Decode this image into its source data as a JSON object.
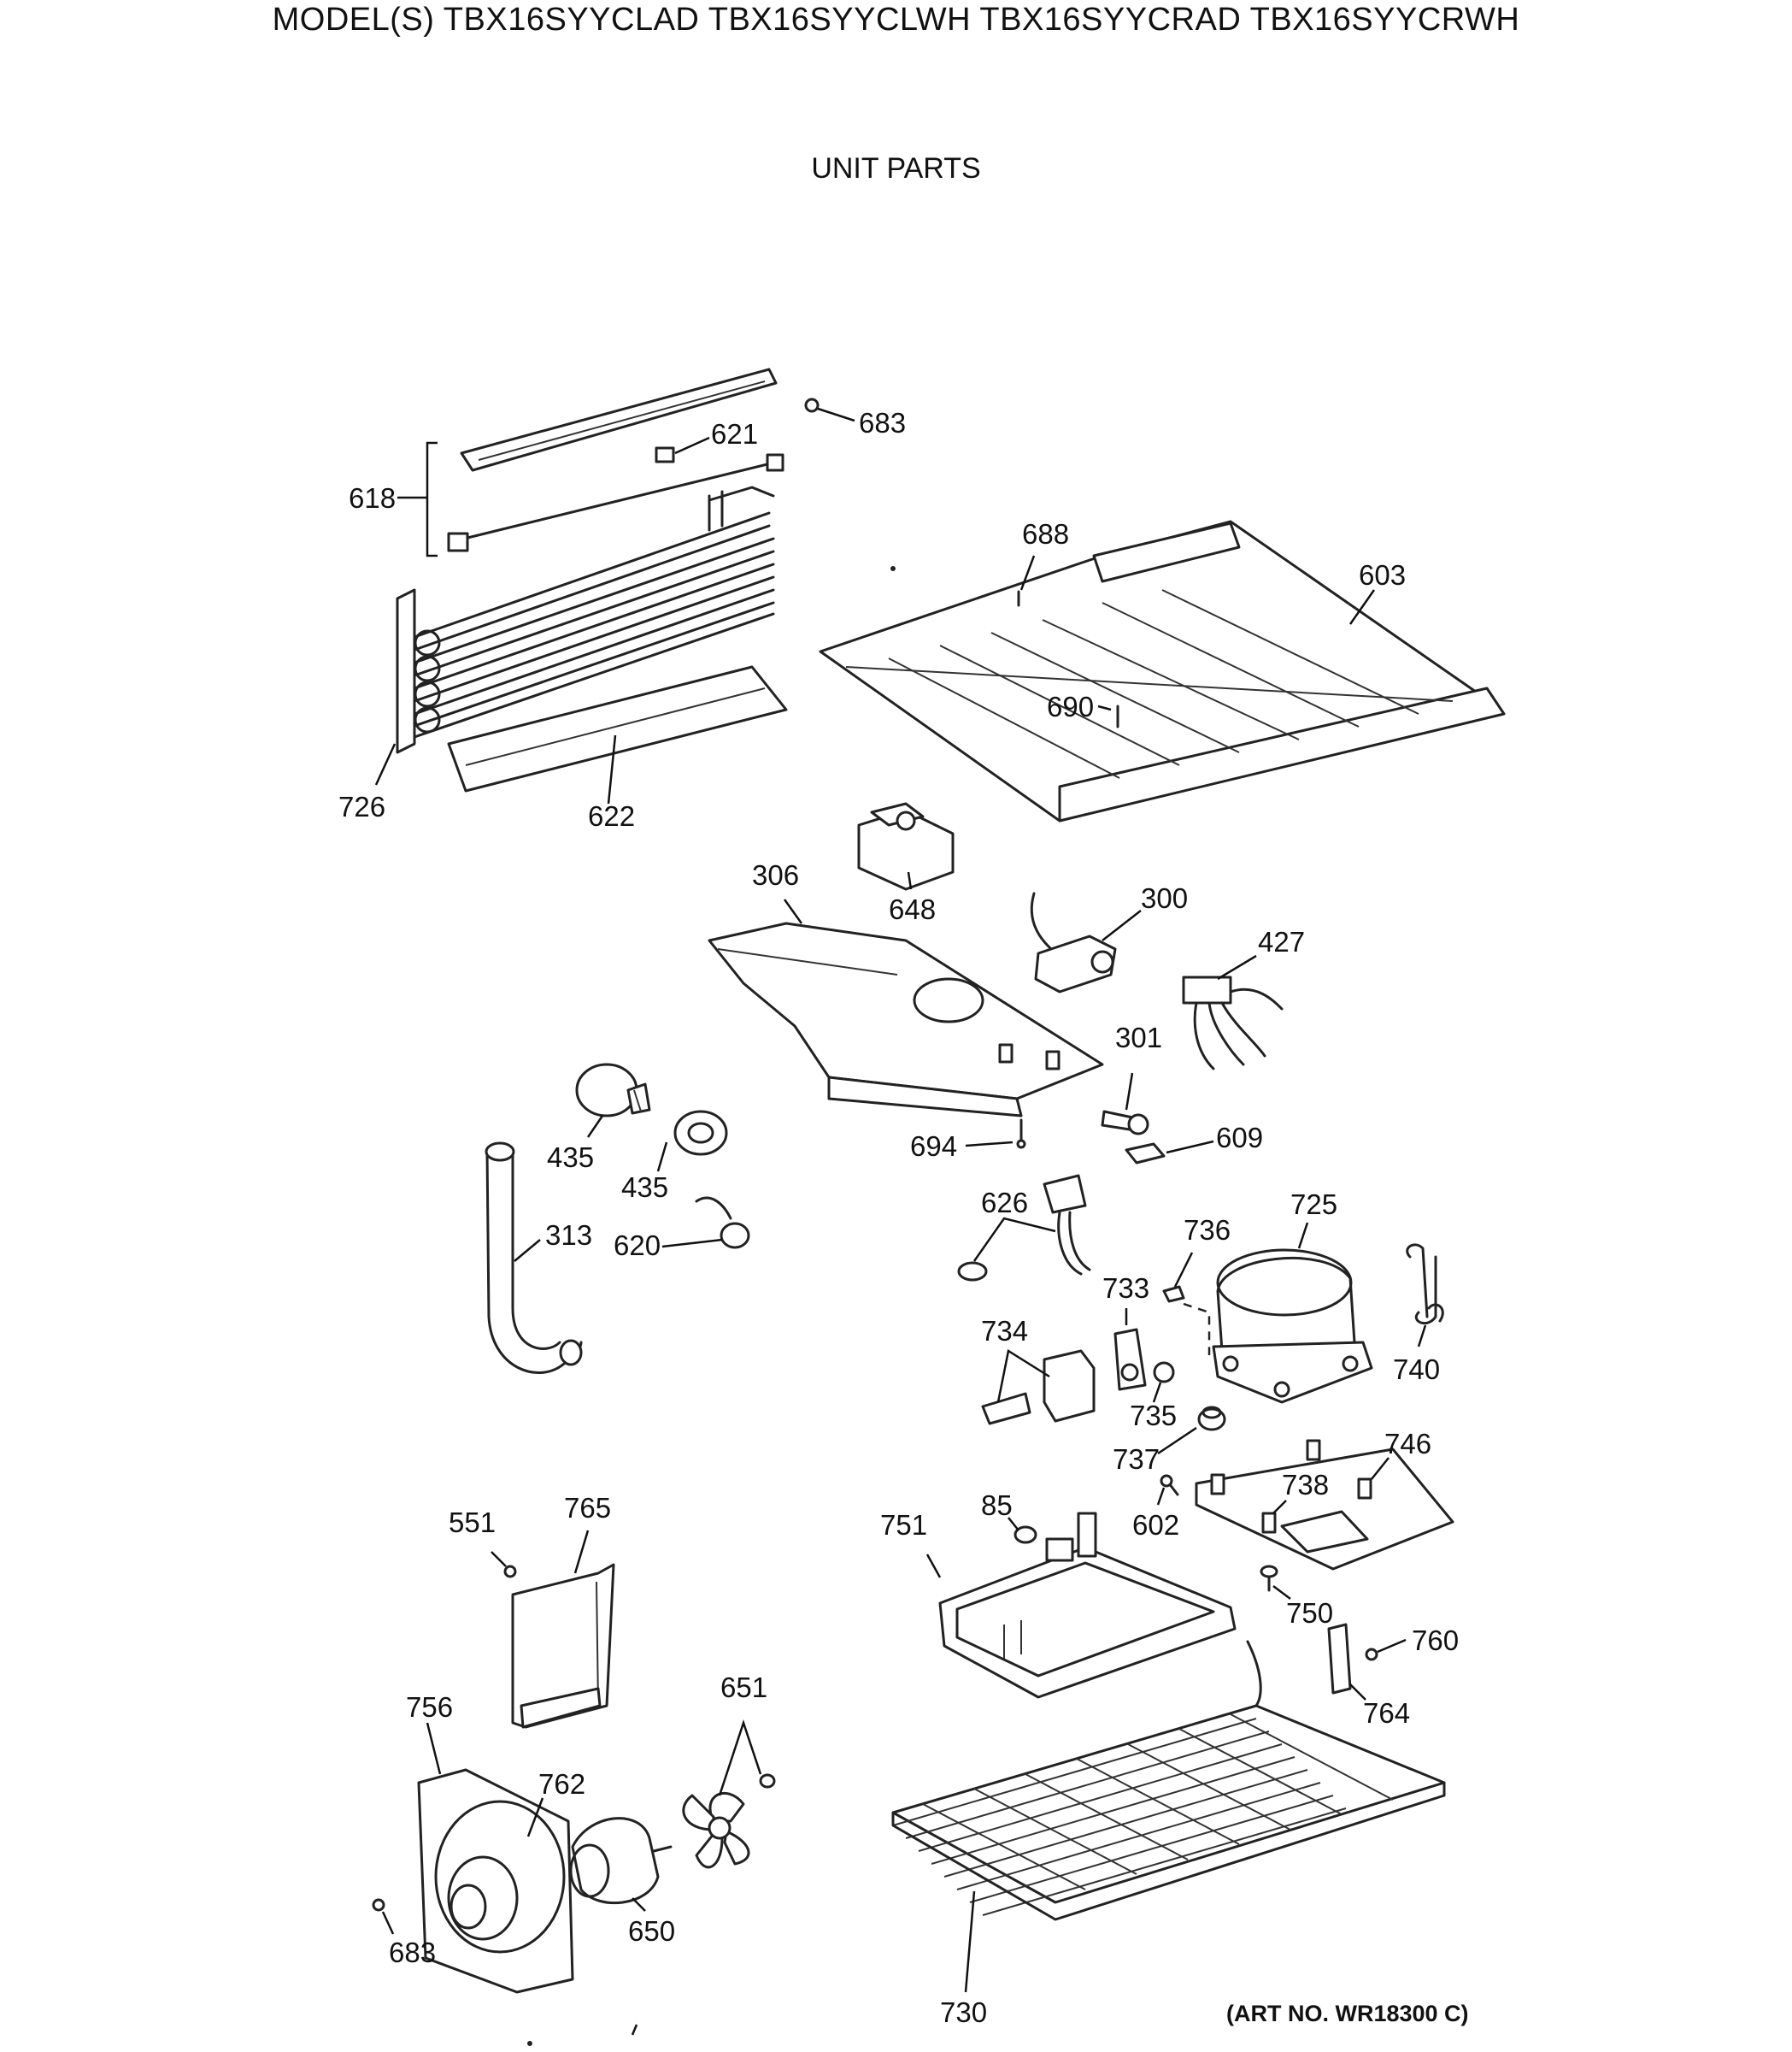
{
  "header": {
    "models": "MODEL(S) TBX16SYYCLAD  TBX16SYYCLWH  TBX16SYYCRAD  TBX16SYYCRWH",
    "section": "UNIT PARTS"
  },
  "footer": {
    "art_number": "(ART NO. WR18300 C)"
  },
  "callouts": {
    "c618": "618",
    "c621": "621",
    "c683a": "683",
    "c688": "688",
    "c603": "603",
    "c726": "726",
    "c622": "622",
    "c690": "690",
    "c306": "306",
    "c648": "648",
    "c300": "300",
    "c427": "427",
    "c301": "301",
    "c435a": "435",
    "c435b": "435",
    "c694": "694",
    "c609": "609",
    "c313": "313",
    "c620": "620",
    "c626": "626",
    "c736": "736",
    "c725": "725",
    "c733": "733",
    "c740": "740",
    "c734": "734",
    "c735": "735",
    "c737": "737",
    "c746": "746",
    "c738": "738",
    "c602": "602",
    "c85": "85",
    "c751": "751",
    "c551": "551",
    "c765": "765",
    "c750": "750",
    "c760": "760",
    "c764": "764",
    "c651": "651",
    "c756": "756",
    "c762": "762",
    "c650": "650",
    "c683b": "683",
    "c730": "730"
  }
}
